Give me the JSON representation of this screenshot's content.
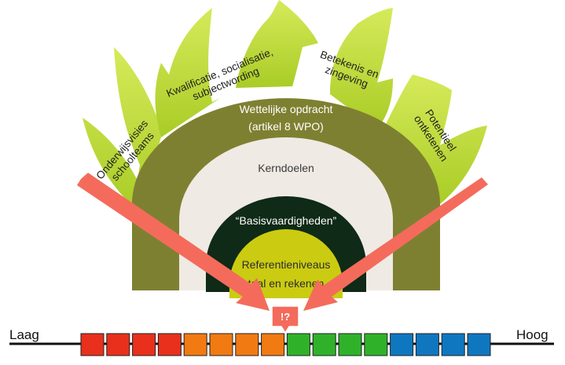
{
  "leaves": {
    "onderwijsvisies_line1": "Onderwijsvisies",
    "onderwijsvisies_line2": "schoolteams",
    "kwalificatie_line1": "Kwalificatie, socialisatie,",
    "kwalificatie_line2": "subjectwording",
    "betekenis_line1": "Betekenis en",
    "betekenis_line2": "zingeving",
    "potentieel_line1": "Potentieel",
    "potentieel_line2": "ontketenen"
  },
  "arcs": {
    "wettelijke_line1": "Wettelijke opdracht",
    "wettelijke_line2": "(artikel 8 WPO)",
    "kerndoelen": "Kerndoelen",
    "basisvaardigheden": "“Basisvaardigheden”",
    "referentie_line1": "Referentieniveaus",
    "referentie_line2": "taal en rekenen"
  },
  "scale": {
    "low_label": "Laag",
    "high_label": "Hoog",
    "marker_label": "!?",
    "segment_colors": [
      "#e8301c",
      "#e8301c",
      "#e8301c",
      "#e8301c",
      "#f17a12",
      "#f17a12",
      "#f17a12",
      "#f17a12",
      "#2fb22a",
      "#2fb22a",
      "#2fb22a",
      "#2fb22a",
      "#0f77c0",
      "#0f77c0",
      "#0f77c0",
      "#0f77c0"
    ]
  },
  "colors": {
    "leaf": "#c3df33",
    "olive": "#7e8031",
    "cream": "#efeae4",
    "darkgreen": "#0f2a16",
    "yellowgreen": "#cbcb12",
    "arrow": "#f46b5b"
  }
}
